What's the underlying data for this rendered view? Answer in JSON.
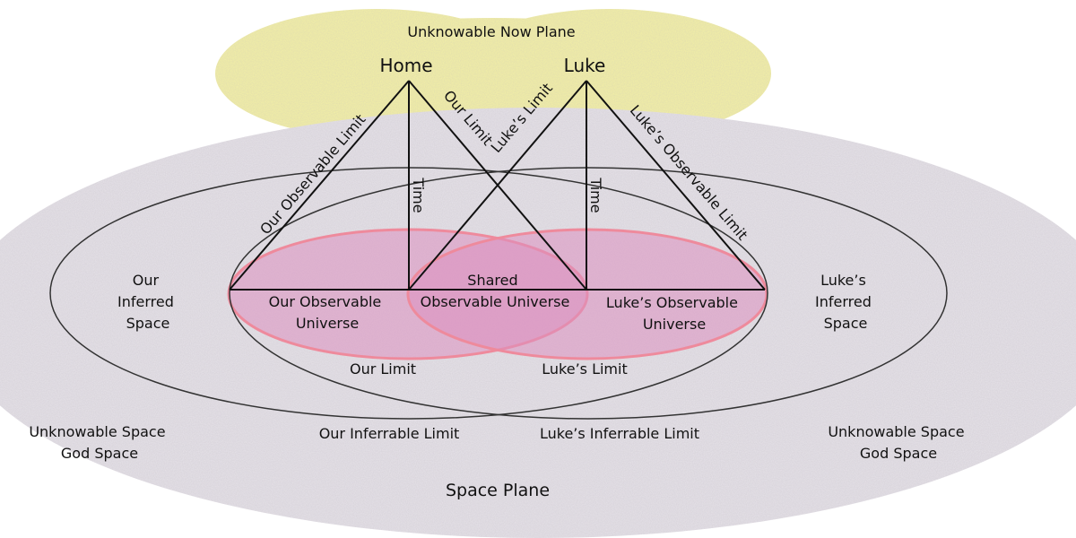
{
  "colors": {
    "now_plane_fill": "#f4f1a6",
    "space_plane_fill": "#e6e2e8",
    "observable_fill": "#dc8fbf",
    "observable_stroke": "#ee8a9c",
    "line": "#111111",
    "inferred_stroke": "#333333"
  },
  "planes": {
    "now_plane": "Unknowable Now Plane",
    "space_plane": "Space Plane"
  },
  "observers": {
    "home": "Home",
    "luke": "Luke"
  },
  "light_cone_labels": {
    "our_observable_limit": "Our Observable Limit",
    "our_limit": "Our Limit",
    "lukes_limit": "Luke’s Limit",
    "lukes_observable_limit": "Luke’s Observable Limit",
    "home_time": "Time",
    "luke_time": "Time"
  },
  "regions": {
    "our_inferred_space": [
      "Our",
      "Inferred",
      "Space"
    ],
    "lukes_inferred_space": [
      "Luke’s",
      "Inferred",
      "Space"
    ],
    "our_observable_universe": [
      "Our Observable",
      "Universe"
    ],
    "shared_observable_universe": [
      "Shared",
      "Observable Universe"
    ],
    "lukes_observable_universe": [
      "Luke’s Observable",
      "Universe"
    ],
    "unknowable_left": [
      "Unknowable Space",
      "God Space"
    ],
    "unknowable_right": [
      "Unknowable Space",
      "God Space"
    ]
  },
  "limits": {
    "our_limit": "Our Limit",
    "lukes_limit": "Luke’s Limit",
    "our_inferrable_limit": "Our Inferrable Limit",
    "lukes_inferrable_limit": "Luke’s Inferrable Limit"
  }
}
